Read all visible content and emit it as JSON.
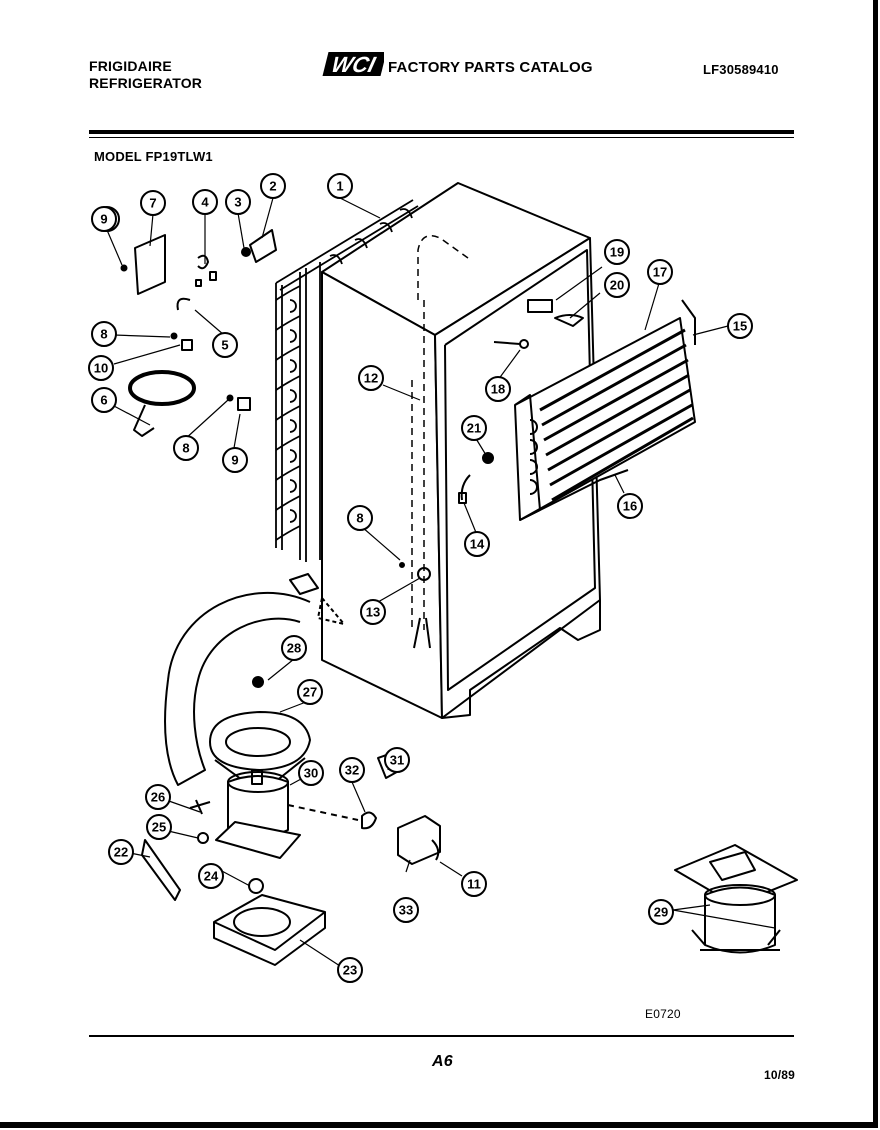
{
  "header": {
    "brand_line1": "FRIGIDAIRE",
    "brand_line2": "REFRIGERATOR",
    "logo_text": "WCI",
    "catalog_title": "FACTORY PARTS CATALOG",
    "catalog_number": "LF30589410",
    "model": "MODEL FP19TLW1"
  },
  "footer": {
    "figure_code": "E0720",
    "page_number": "A6",
    "date": "10/89"
  },
  "callouts": [
    "1",
    "2",
    "3",
    "4",
    "5",
    "6",
    "7",
    "8",
    "9",
    "10",
    "11",
    "12",
    "13",
    "14",
    "15",
    "16",
    "17",
    "18",
    "19",
    "20",
    "21",
    "22",
    "23",
    "24",
    "25",
    "26",
    "27",
    "28",
    "29",
    "30",
    "31",
    "32",
    "33"
  ]
}
